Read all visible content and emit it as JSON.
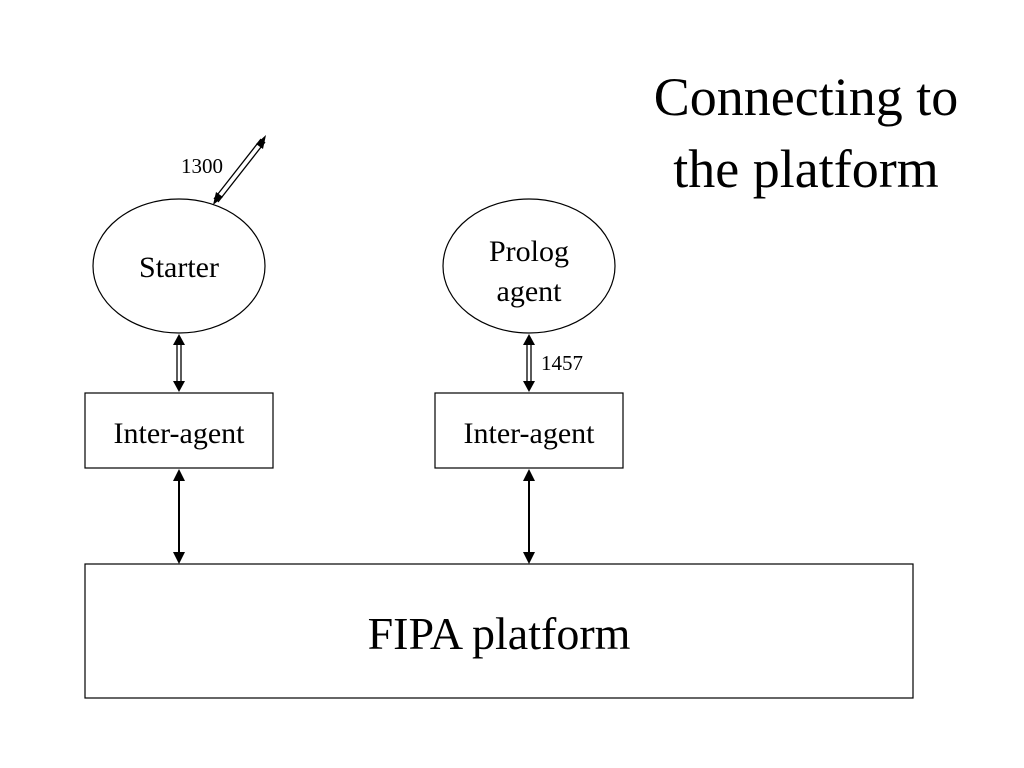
{
  "slide": {
    "title_line_1": "Connecting to",
    "title_line_2": "the platform"
  },
  "nodes": {
    "starter": {
      "label": "Starter"
    },
    "prolog_agent": {
      "label_line_1": "Prolog",
      "label_line_2": "agent"
    },
    "inter_agent_left": {
      "label": "Inter-agent"
    },
    "inter_agent_right": {
      "label": "Inter-agent"
    },
    "fipa_platform": {
      "label": "FIPA platform"
    }
  },
  "ports": {
    "starter_external": "1300",
    "prolog_to_inter_agent": "1457"
  }
}
